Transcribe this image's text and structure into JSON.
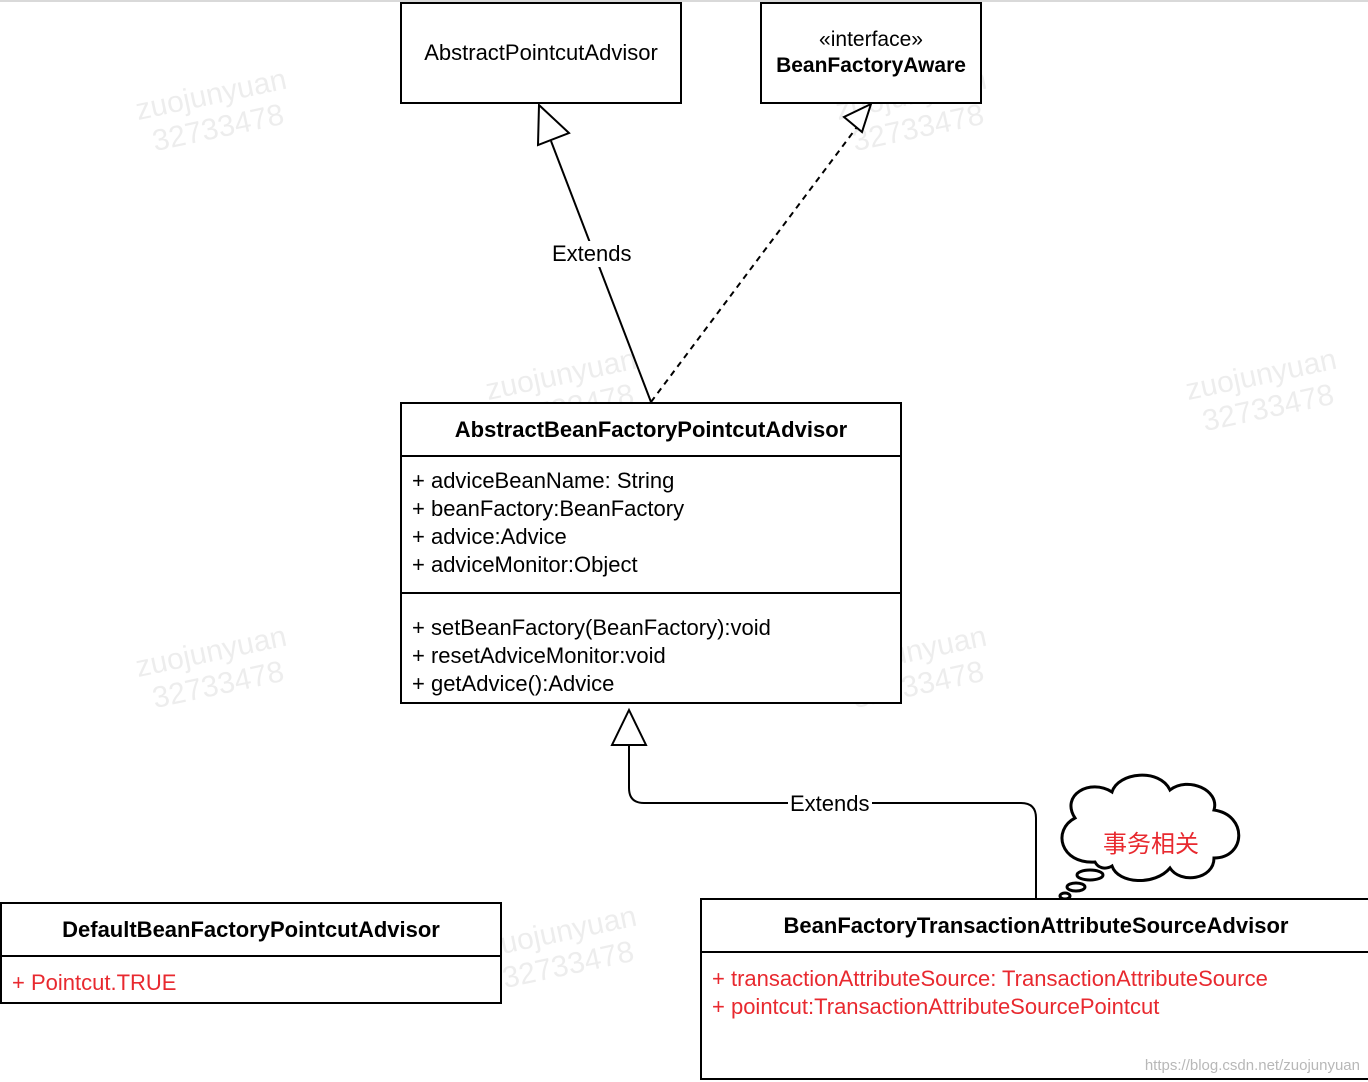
{
  "classes": {
    "abstract_pointcut_advisor": {
      "name": "AbstractPointcutAdvisor"
    },
    "bean_factory_aware": {
      "stereotype": "«interface»",
      "name": "BeanFactoryAware"
    },
    "abstract_bean_factory_pointcut_advisor": {
      "name": "AbstractBeanFactoryPointcutAdvisor",
      "attributes": [
        "+ adviceBeanName: String",
        "+ beanFactory:BeanFactory",
        "+ advice:Advice",
        "+ adviceMonitor:Object"
      ],
      "methods": [
        "+ setBeanFactory(BeanFactory):void",
        "+ resetAdviceMonitor:void",
        "+ getAdvice():Advice"
      ]
    },
    "default_bean_factory_pointcut_advisor": {
      "name": "DefaultBeanFactoryPointcutAdvisor",
      "attributes": [
        "+ Pointcut.TRUE"
      ]
    },
    "bean_factory_transaction_attribute_source_advisor": {
      "name": "BeanFactoryTransactionAttributeSourceAdvisor",
      "attributes": [
        "+ transactionAttributeSource: TransactionAttributeSource",
        "+ pointcut:TransactionAttributeSourcePointcut"
      ]
    }
  },
  "edges": {
    "extends_label_1": "Extends",
    "extends_label_2": "Extends"
  },
  "annotation": {
    "text": "事务相关",
    "color": "#e8292f"
  },
  "watermark": {
    "line1": "zuojunyuan",
    "line2": "32733478"
  },
  "credit": "https://blog.csdn.net/zuojunyuan",
  "colors": {
    "highlight": "#e8292f",
    "line": "#000000"
  }
}
